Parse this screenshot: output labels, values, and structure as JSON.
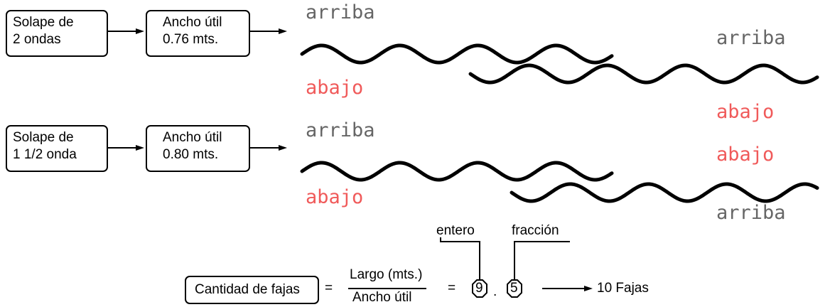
{
  "colors": {
    "arriba": "#666666",
    "abajo": "#f05a5a",
    "stroke": "#000000"
  },
  "row1": {
    "solape": [
      "Solape de",
      "2 ondas"
    ],
    "ancho": [
      "Ancho útil",
      "0.76 mts."
    ],
    "labels": {
      "top_left": "arriba",
      "top_right": "arriba",
      "bottom_left": "abajo",
      "bottom_right": "abajo"
    }
  },
  "row2": {
    "solape": [
      "Solape de",
      "1 1/2 onda"
    ],
    "ancho": [
      "Ancho útil",
      "0.80 mts."
    ],
    "labels": {
      "top_left": "arriba",
      "right_upper": "abajo",
      "bottom_left": "abajo",
      "right_lower": "arriba"
    }
  },
  "formula": {
    "cantidad": "Cantidad de fajas",
    "equals": "=",
    "numerator": "Largo (mts.)",
    "denominator": "Ancho útil",
    "entero_label": "entero",
    "entero_value": "9",
    "dot": ".",
    "fraccion_label": "fracción",
    "fraccion_value": "5",
    "result": "10 Fajas"
  }
}
